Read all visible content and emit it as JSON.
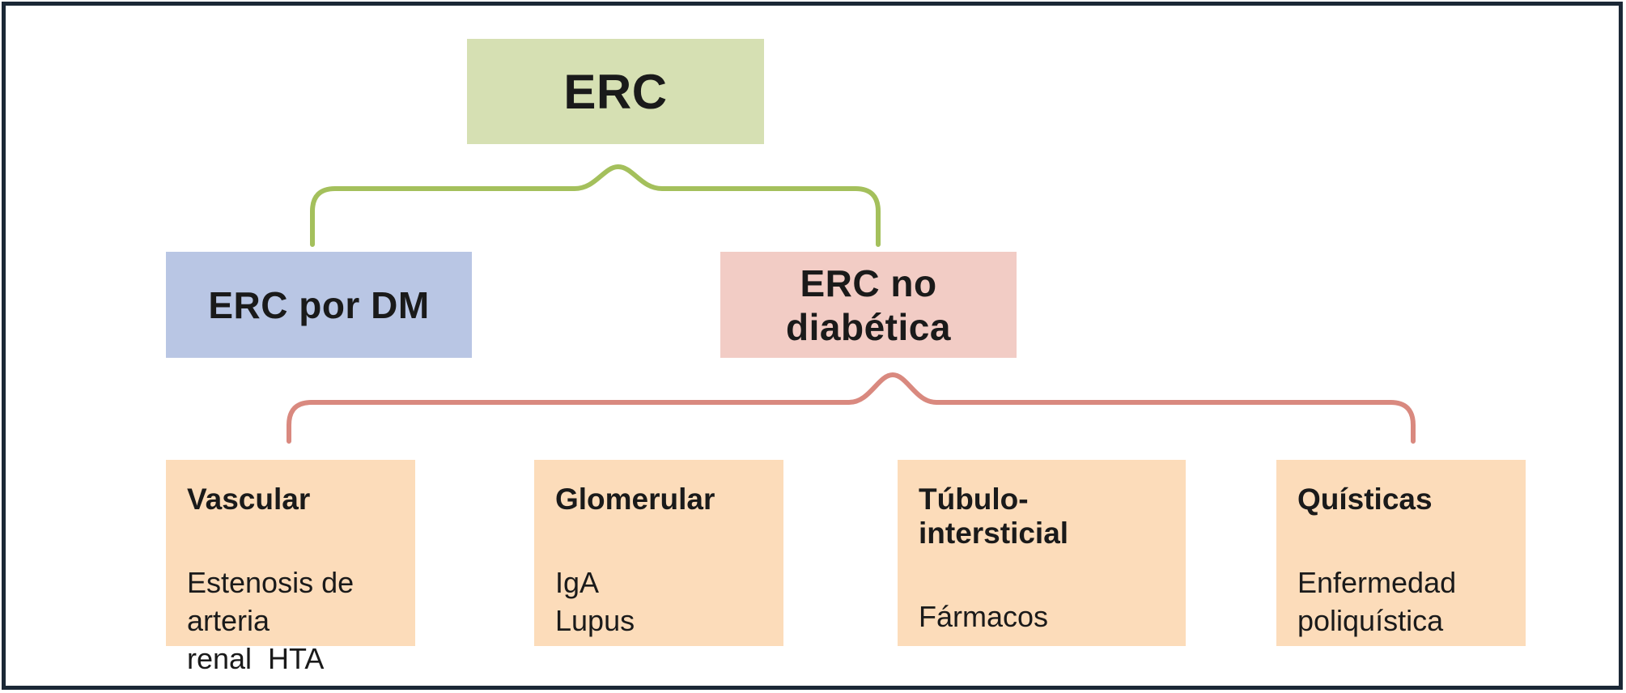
{
  "diagram": {
    "root": {
      "label": "ERC"
    },
    "level2": {
      "left": {
        "label": "ERC por DM"
      },
      "right": {
        "label": "ERC no diabética"
      }
    },
    "level3": [
      {
        "title": "Vascular",
        "lines": [
          "Estenosis de arteria",
          "renal  HTA"
        ]
      },
      {
        "title": "Glomerular",
        "lines": [
          "IgA",
          "Lupus"
        ]
      },
      {
        "title": "Túbulo-intersticial",
        "lines": [
          "Fármacos"
        ]
      },
      {
        "title": "Quísticas",
        "lines": [
          "Enfermedad",
          "poliquística"
        ]
      }
    ],
    "colors": {
      "root_bg": "#d6e0b3",
      "left_bg": "#b9c6e4",
      "right_bg": "#f2ccc5",
      "leaf_bg": "#fcdcba",
      "brace_green": "#a4c05c",
      "brace_pink": "#d9897f",
      "border": "#1b2836",
      "text": "#1a1a1a"
    }
  }
}
